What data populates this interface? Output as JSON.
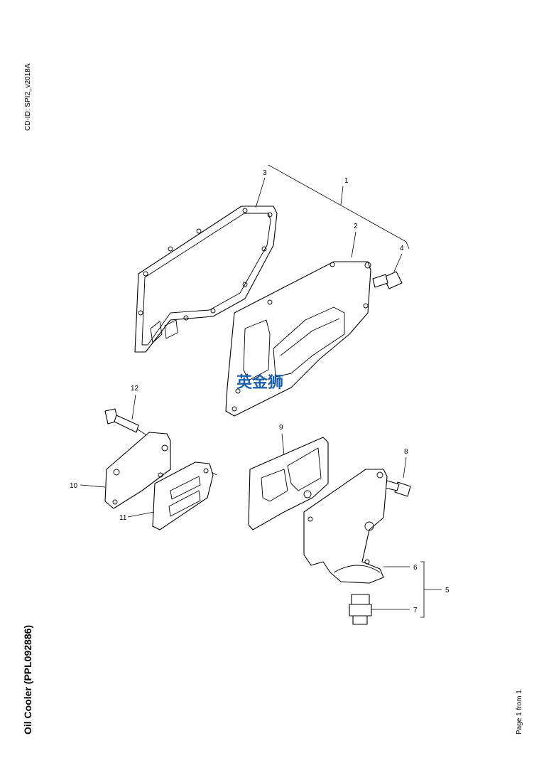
{
  "header": {
    "cd_id": "CD-ID: SPI2_v2018A"
  },
  "title": "Oil Cooler (PPL092886)",
  "footer": {
    "page": "Page 1 from 1"
  },
  "watermark": "英金狮",
  "callouts": [
    "1",
    "2",
    "3",
    "4",
    "5",
    "6",
    "7",
    "8",
    "9",
    "10",
    "11",
    "12"
  ],
  "colors": {
    "watermark": "#1f5fa8",
    "lines": "#000000",
    "background": "#ffffff"
  }
}
